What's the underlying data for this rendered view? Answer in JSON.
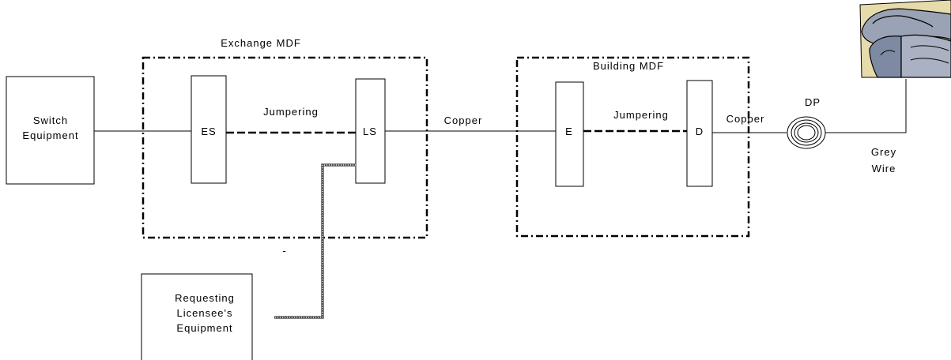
{
  "diagram": {
    "exchange_mdf": {
      "title": "Exchange MDF",
      "es_label": "ES",
      "ls_label": "LS",
      "jumper_label": "Jumpering"
    },
    "building_mdf": {
      "title": "Building MDF",
      "e_label": "E",
      "d_label": "D",
      "jumper_label": "Jumpering"
    },
    "switch_equipment": {
      "line1": "Switch",
      "line2": "Equipment"
    },
    "requesting_equipment": {
      "line1": "Requesting",
      "line2": "Licensee's",
      "line3": "Equipment"
    },
    "copper_label_1": "Copper",
    "copper_label_2": "Copper",
    "dp_label": "DP",
    "grey_wire": {
      "line1": "Grey",
      "line2": "Wire"
    },
    "stray_mark": "-"
  }
}
